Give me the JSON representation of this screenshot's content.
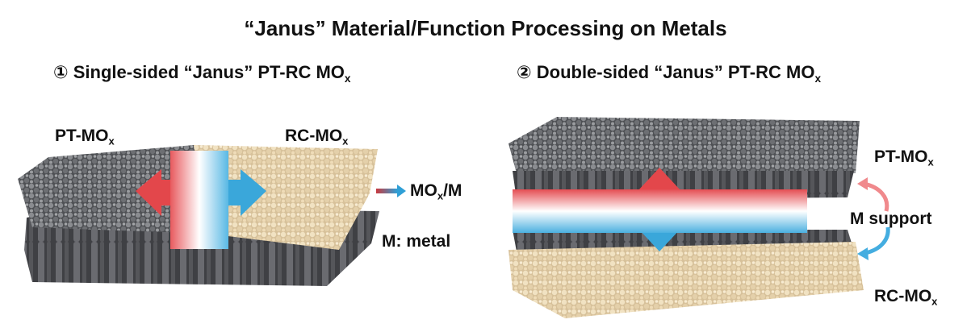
{
  "title": "“Janus” Material/Function Processing on Metals",
  "panel1": {
    "heading_prefix": "① Single-sided “Janus” PT-RC MO",
    "heading_sub": "x",
    "label_pt_prefix": "PT-MO",
    "label_pt_sub": "x",
    "label_rc_prefix": "RC-MO",
    "label_rc_sub": "x",
    "label_mox_prefix": "MO",
    "label_mox_sub": "x",
    "label_mox_suffix": "/M",
    "label_metal": "M: metal"
  },
  "panel2": {
    "heading_prefix": "② Double-sided “Janus” PT-RC MO",
    "heading_sub": "x",
    "label_pt_prefix": "PT-MO",
    "label_pt_sub": "x",
    "label_support": "M support",
    "label_rc_prefix": "RC-MO",
    "label_rc_sub": "x"
  },
  "colors": {
    "pt_layer": "#55575b",
    "rc_layer": "#e6d2aa",
    "metal": "#4a4b4f",
    "hot_arrow": "#e3474b",
    "cold_arrow": "#36a6d8"
  }
}
